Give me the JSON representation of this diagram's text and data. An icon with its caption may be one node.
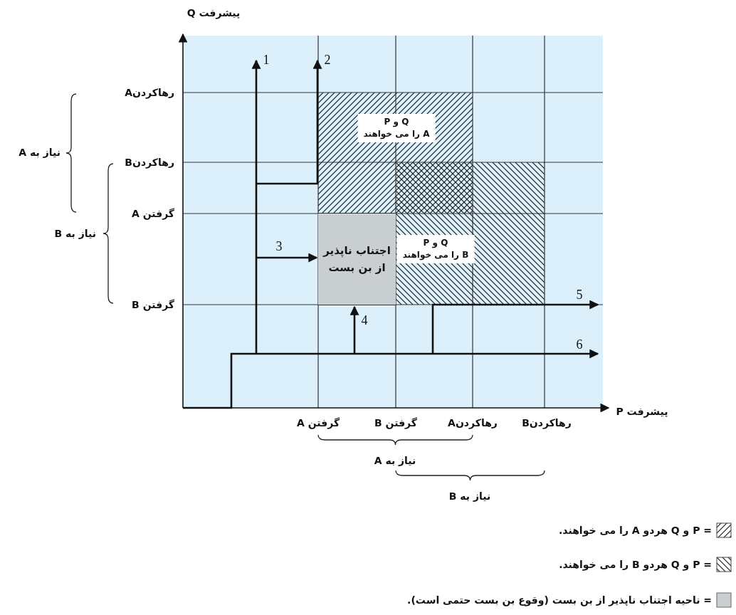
{
  "diagram": {
    "nodes": [
      {
        "text": [
          "Q و P",
          "A را می خواهند"
        ]
      },
      {
        "text": [
          "اجتناب ناپذیر از بن بست"
        ]
      },
      {
        "text": [
          "Q و P",
          "B را می خواهند"
        ]
      }
    ],
    "edges": [
      {
        "from": null,
        "to": 1,
        "arrow": "to",
        "label": "3"
      },
      {
        "from": null,
        "to": 1,
        "arrow": "to",
        "label": "4"
      }
    ],
    "labels": [
      "پیشرفت Q",
      "1",
      "2",
      "رهاکردنA",
      "نیاز به A",
      "رهاکردنB",
      "گرفتن A",
      "نیاز به B",
      "5",
      "گرفتن B",
      "6",
      "پیشرفت P",
      "گرفتن A",
      "گرفتن B",
      "رهاکردنA",
      "رهاکردنB",
      "نیاز به A",
      "نیاز به B"
    ],
    "legend": [
      {
        "text": "= P و Q هردو A را می خواهند."
      },
      {
        "text": "= P و Q هردو B را می خواهند."
      },
      {
        "text": "= ناحیه اجتناب ناپذیر از بن بست (وقوع بن بست حتمی است).",
        "color": "#c9ced1"
      }
    ]
  }
}
